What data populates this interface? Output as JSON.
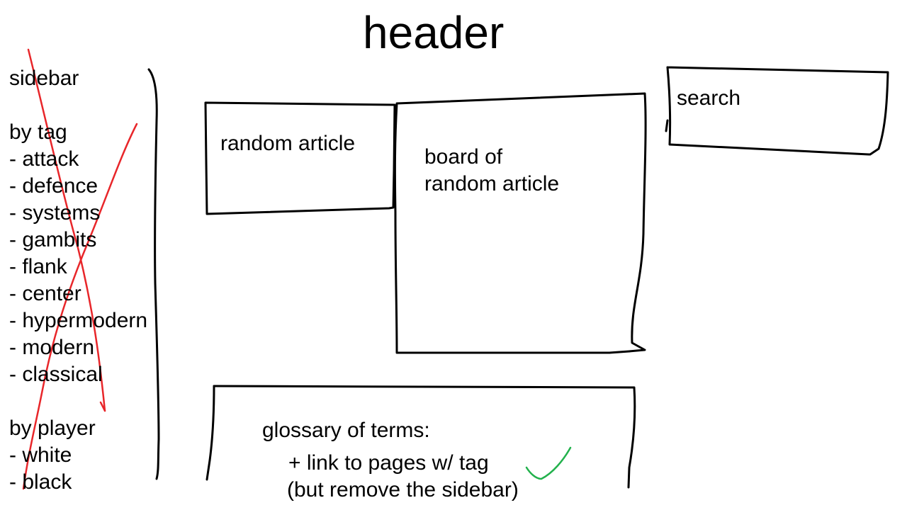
{
  "header": {
    "title": "header"
  },
  "sidebar": {
    "title": "sidebar",
    "by_tag_heading": "by tag",
    "tags": [
      "- attack",
      "- defence",
      "- systems",
      "- gambits",
      "- flank",
      "- center",
      "- hypermodern",
      "- modern",
      "- classical"
    ],
    "by_player_heading": "by player",
    "players": [
      "- white",
      "- black"
    ]
  },
  "random_article": {
    "label": "random article"
  },
  "board": {
    "line1": "board of",
    "line2": "random article"
  },
  "search": {
    "label": "search"
  },
  "glossary": {
    "title": "glossary of terms:",
    "line1": "+ link to pages w/ tag",
    "line2": "(but remove the sidebar)"
  },
  "colors": {
    "ink": "#000000",
    "strike": "#e8262a",
    "check": "#22b14c"
  }
}
